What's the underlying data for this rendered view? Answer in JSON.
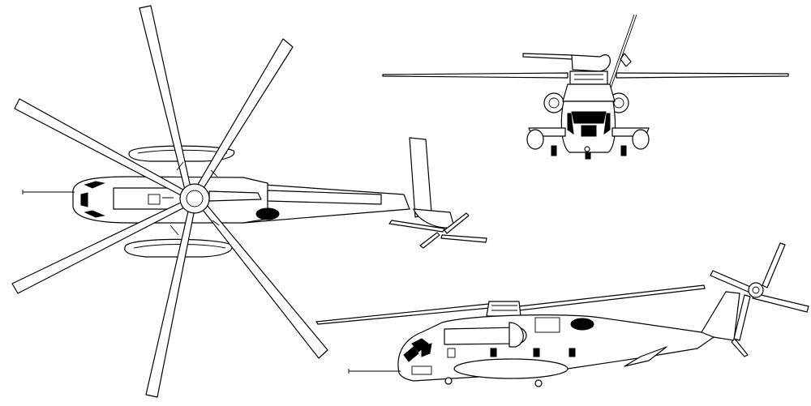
{
  "views": [
    {
      "id": "top-view"
    },
    {
      "id": "front-view"
    },
    {
      "id": "side-view"
    }
  ],
  "colors": {
    "line": "#000000",
    "fill": "#ffffff",
    "canopy": "#000000"
  }
}
